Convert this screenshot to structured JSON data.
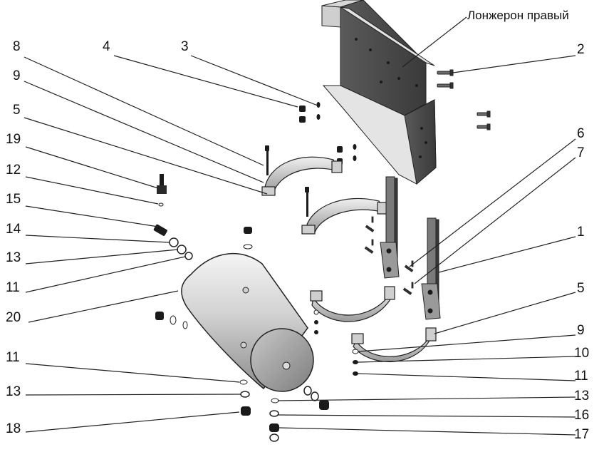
{
  "diagram": {
    "frame_label": "Лонжерон правый",
    "callouts_left": [
      "8",
      "4",
      "3",
      "9",
      "5",
      "19",
      "12",
      "15",
      "14",
      "13",
      "11",
      "20",
      "11",
      "13",
      "18"
    ],
    "callouts_right": [
      "2",
      "6",
      "7",
      "1",
      "5",
      "9",
      "10",
      "11",
      "13",
      "16",
      "17"
    ],
    "colors": {
      "line": "#222222",
      "metal_light": "#e6e6e6",
      "metal_mid": "#b9b9b9",
      "metal_dark": "#555555",
      "part_black": "#1a1a1a"
    }
  }
}
